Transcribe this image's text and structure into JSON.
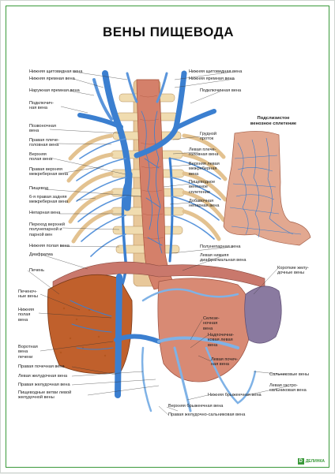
{
  "title": "ВЕНЫ ПИЩЕВОДА",
  "inset_title": "Подслизистое\nвенозное сплетение",
  "brand": "ДЕЛИНКА",
  "colors": {
    "vein": "#3b7fd0",
    "vein_light": "#7fb2e6",
    "flesh": "#d4806a",
    "liver": "#c0602c",
    "bone": "#f0dcb0",
    "frame": "#3a9a3a"
  },
  "labels_left": [
    "Нижняя щитовидная вена",
    "Нижняя яремная вена",
    "Наружная яремная вена",
    "Подключич-\nная вена",
    "Позвоночная\nвена",
    "Правая плече-\nголовная вена",
    "Верхняя\nполая вена",
    "Правая верхняя\nмежреберная вена",
    "Пищевод",
    "6-я правая задняя\nмежреберная вена",
    "Непарная вена",
    "Переход верхней\nполунепарной и\nпарной вен",
    "Нижняя полая вена",
    "Диафрагма",
    "Печень",
    "Печеноч-\nные вены",
    "Нижняя\nполая\nвена",
    "Воротная\nвена\nпечени",
    "Правая почечная вена",
    "Левая желудочная вена",
    "Правая желудочная вена",
    "Пищеводные ветви левой\nжелудочной вены"
  ],
  "labels_right": [
    "Нижняя щитовидная вена",
    "Нижняя яремная вена",
    "Подключичная вена",
    "Грудной\nпроток",
    "Левая плече-\nголовная вена",
    "Верхняя левая\nмежреберная\nвена",
    "Пищеводное\nвенозное\nсплетение",
    "Добавочная\nнепарная вена",
    "Полунепарная вена",
    "Левая нижняя\nдиафрагмальная вена",
    "Короткие желу-\nдочные вены",
    "Селезе-\nночная\nвена",
    "Надпочечни-\nковая левая\nвена",
    "Левая почеч-\nная вена",
    "Сальниковые вены",
    "Левая гастро-\nсальниковая вена"
  ],
  "labels_bottom": [
    "Нижняя брыжеечная вена",
    "Верхняя брыжеечная вена",
    "Правая желудочно-сальниковая вена"
  ]
}
